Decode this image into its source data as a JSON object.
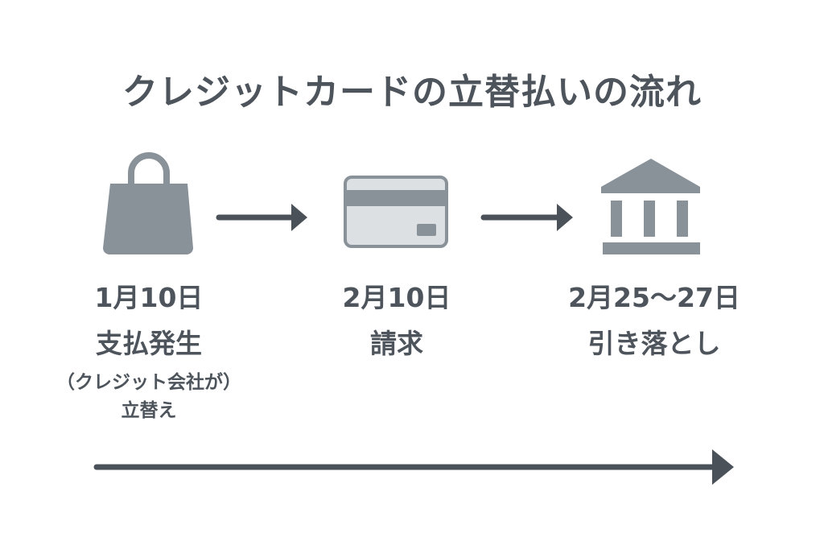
{
  "title": "クレジットカードの立替払いの流れ",
  "colors": {
    "icon": "#8a9299",
    "arrow": "#4a5158",
    "text": "#4d545b",
    "card_fill": "#dde0e3"
  },
  "steps": [
    {
      "icon": "shopping-bag-icon",
      "date": "1月10日",
      "action": "支払発生",
      "note_line1": "（クレジット会社が）",
      "note_line2": "立替え"
    },
    {
      "icon": "credit-card-icon",
      "date": "2月10日",
      "action": "請求"
    },
    {
      "icon": "bank-icon",
      "date": "2月25～27日",
      "action": "引き落とし"
    }
  ]
}
